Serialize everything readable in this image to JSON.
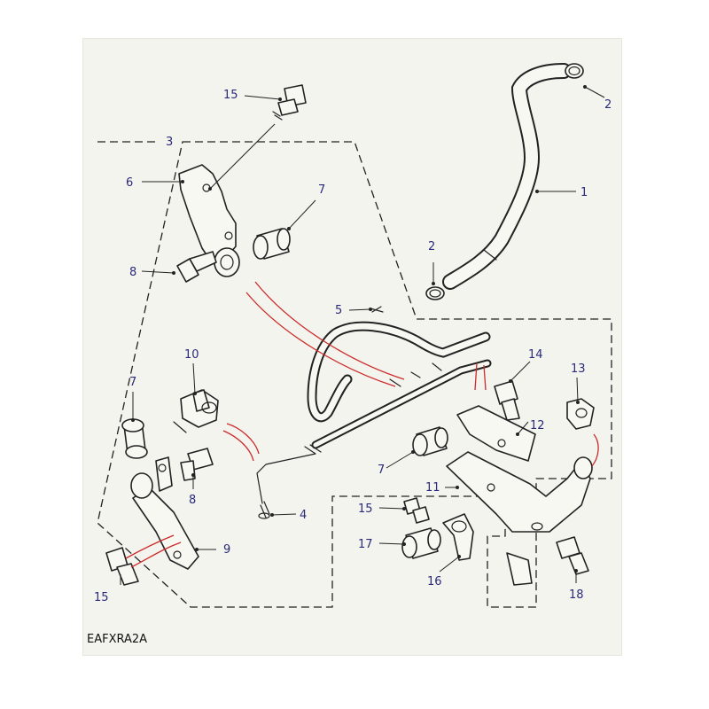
{
  "drawing_code": "EAFXRA2A",
  "callouts": [
    {
      "id": "c1",
      "label": "1"
    },
    {
      "id": "c2a",
      "label": "2"
    },
    {
      "id": "c2b",
      "label": "2"
    },
    {
      "id": "c3",
      "label": "3"
    },
    {
      "id": "c4",
      "label": "4"
    },
    {
      "id": "c5",
      "label": "5"
    },
    {
      "id": "c6",
      "label": "6"
    },
    {
      "id": "c7a",
      "label": "7"
    },
    {
      "id": "c7b",
      "label": "7"
    },
    {
      "id": "c7c",
      "label": "7"
    },
    {
      "id": "c8a",
      "label": "8"
    },
    {
      "id": "c8b",
      "label": "8"
    },
    {
      "id": "c9",
      "label": "9"
    },
    {
      "id": "c10",
      "label": "10"
    },
    {
      "id": "c11",
      "label": "11"
    },
    {
      "id": "c12",
      "label": "12"
    },
    {
      "id": "c13",
      "label": "13"
    },
    {
      "id": "c14",
      "label": "14"
    },
    {
      "id": "c15a",
      "label": "15"
    },
    {
      "id": "c15b",
      "label": "15"
    },
    {
      "id": "c15c",
      "label": "15"
    },
    {
      "id": "c16",
      "label": "16"
    },
    {
      "id": "c17",
      "label": "17"
    },
    {
      "id": "c18",
      "label": "18"
    }
  ],
  "colors": {
    "callout": "#2a2a7a",
    "linework": "#222222",
    "arrow": "#cc2a2a",
    "background": "#f4f4ee"
  }
}
